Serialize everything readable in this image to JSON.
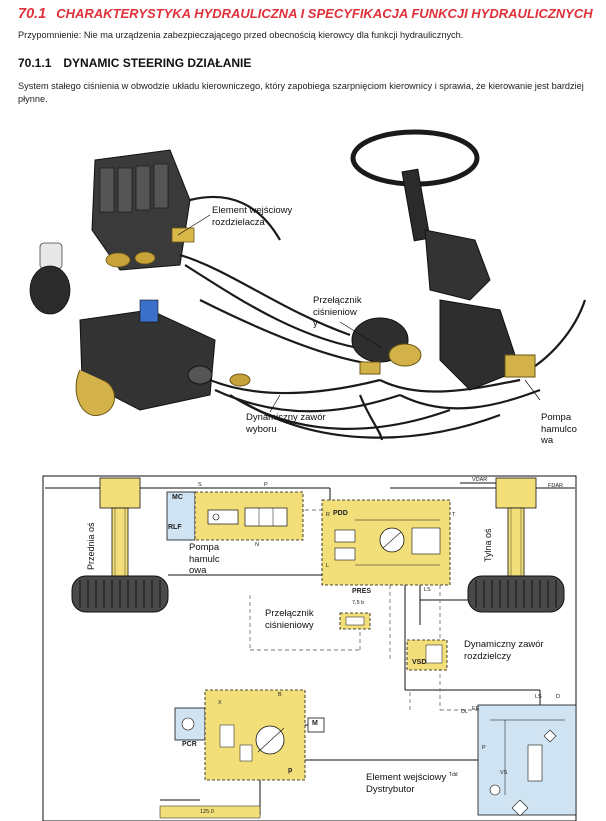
{
  "section": {
    "number": "70.1",
    "title": "CHARAKTERYSTYKA HYDRAULICZNA I SPECYFIKACJA FUNKCJI HYDRAULICZNYCH"
  },
  "reminder": "Przypomnienie: Nie ma urządzenia zabezpieczającego przed obecnością kierowcy dla funkcji hydraulicznych.",
  "subsection": {
    "number": "70.1.1",
    "title": "DYNAMIC STEERING DZIAŁANIE"
  },
  "description": "System stałego ciśnienia w obwodzie układu kierowniczego, który zapobiega szarpnięciom kierownicy i sprawia, że kierowanie jest bardziej płynne.",
  "illustration": {
    "callouts": {
      "input_element": [
        "Element wejściowy",
        "rozdzielacza"
      ],
      "pressure_switch": [
        "Przełącznik",
        "ciśnieniow",
        "y"
      ],
      "selector_valve": [
        "Dynamiczny zawór",
        "wyboru"
      ],
      "brake_pump": [
        "Pompa",
        "hamulco",
        "wa"
      ]
    }
  },
  "schematic": {
    "axle_front": "Przednia oś",
    "axle_rear": "Tylna oś",
    "brake_pump": [
      "Pompa",
      "hamulc",
      "owa"
    ],
    "pressure_switch": [
      "Przełącznik",
      "ciśnieniowy"
    ],
    "selector_valve": [
      "Dynamiczny zawór",
      "rozdzielczy"
    ],
    "input_element": "Element wejściowy",
    "input_element_super": "Tdd",
    "distributor": "Dystrybutor",
    "tags": {
      "mc": "MC",
      "rlf": "RLF",
      "pdd": "PDD",
      "pres": "PRES",
      "pres_value": "7,5 b",
      "vsd": "VSD",
      "pcr": "PCR",
      "m": "M",
      "p_lower": "p",
      "vdar": "VDAR",
      "fdar": "FDAR",
      "ls": "LS",
      "ls2": "LS",
      "l": "L",
      "r": "R",
      "t": "T",
      "p": "P",
      "s": "S",
      "x": "X",
      "b": "B",
      "d": "D",
      "dl": "DL",
      "ee": "EE",
      "vs": "VS",
      "p_right": "P",
      "n": "N",
      "bottom_val": "125.0"
    }
  },
  "colors": {
    "header": "#e0303a",
    "yellow": "#f3df7a",
    "blue": "#cfe3f2",
    "dashed": "#777777"
  }
}
